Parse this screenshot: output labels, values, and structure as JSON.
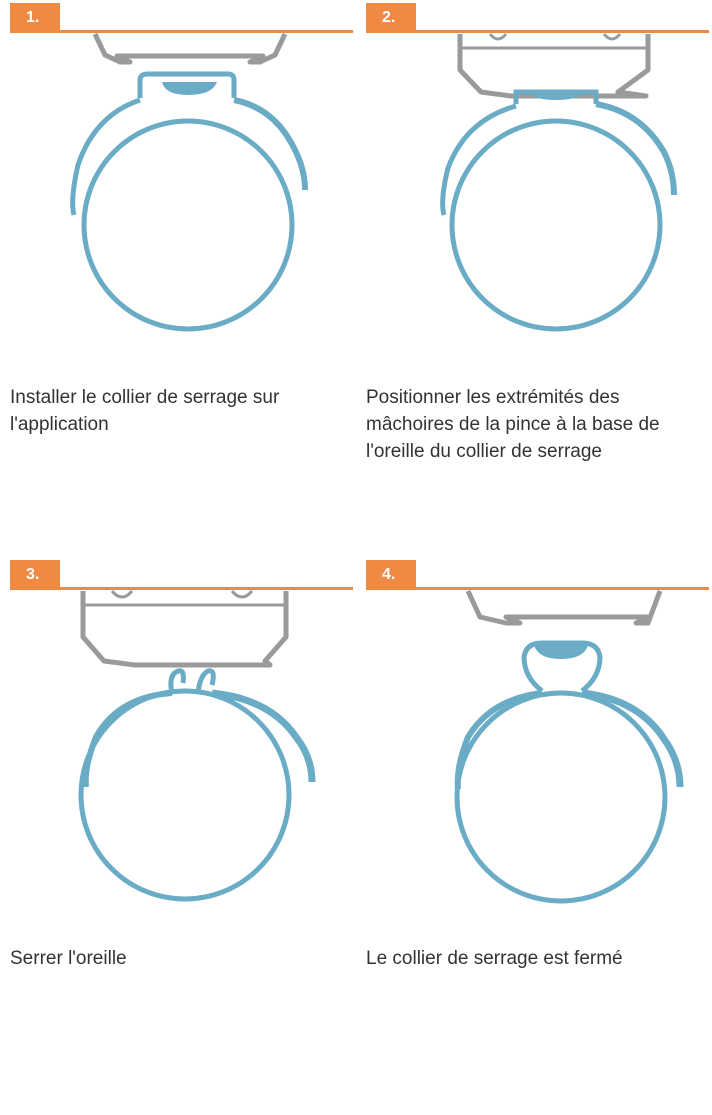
{
  "colors": {
    "accent": "#f08a42",
    "clamp_blue": "#6aabc6",
    "tool_grey": "#9a9a9a",
    "text": "#333333"
  },
  "steps": [
    {
      "number": "1.",
      "caption": "Installer le collier de serrage sur l'application"
    },
    {
      "number": "2.",
      "caption": "Positionner les extrémités des mâchoires de la pince à la base de l'oreille du collier de serrage"
    },
    {
      "number": "3.",
      "caption": "Serrer l'oreille"
    },
    {
      "number": "4.",
      "caption": "Le collier de serrage est fermé"
    }
  ]
}
